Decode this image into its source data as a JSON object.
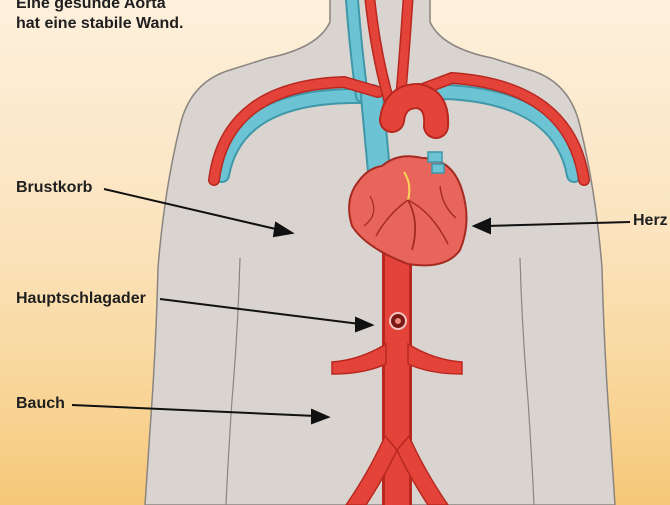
{
  "caption": {
    "line1": "Eine gesunde Aorta",
    "line2": "hat eine stabile Wand."
  },
  "labels": {
    "brustkorb": "Brustkorb",
    "hauptschlagader": "Hauptschlagader",
    "bauch": "Bauch",
    "herz": "Herz"
  },
  "colors": {
    "body": "#d9d4cf",
    "body_outline": "#8a8580",
    "artery": "#e4433a",
    "artery_dark": "#b82820",
    "vein": "#6cc3d3",
    "vein_dark": "#3f98a9",
    "heart": "#e8655c",
    "background_top": "#fdf0dc",
    "background_bottom": "#f6c877"
  }
}
